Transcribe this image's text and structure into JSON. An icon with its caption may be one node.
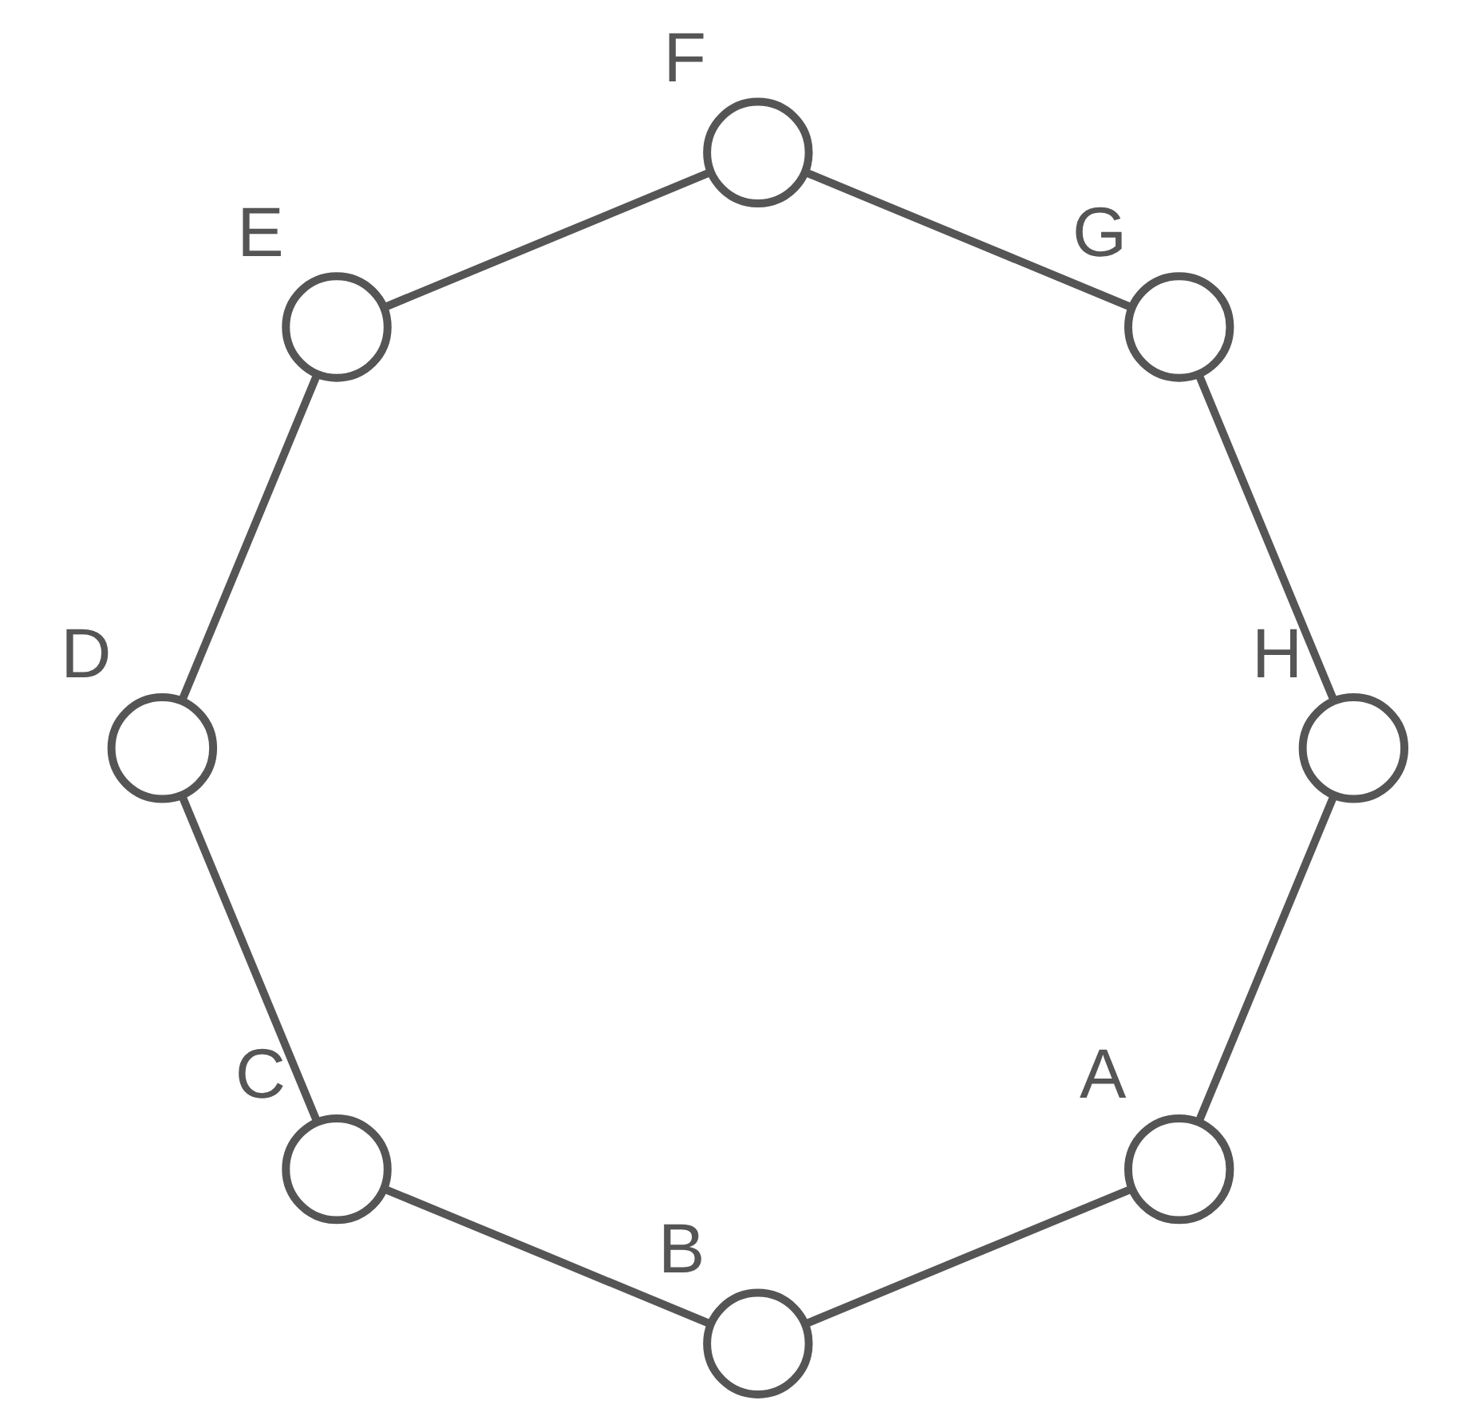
{
  "diagram": {
    "nodes": [
      {
        "text": [],
        "shape": "circle",
        "beside": [
          "A"
        ]
      },
      {
        "text": [],
        "shape": "circle",
        "beside": [
          "B"
        ]
      },
      {
        "text": [],
        "shape": "circle",
        "beside": [
          "H"
        ]
      },
      {
        "text": [],
        "shape": "circle",
        "beside": [
          "C"
        ]
      },
      {
        "text": [],
        "shape": "circle",
        "beside": [
          "G"
        ]
      },
      {
        "text": [],
        "shape": "circle",
        "beside": [
          "D"
        ]
      },
      {
        "text": [],
        "shape": "circle",
        "beside": [
          "F"
        ]
      },
      {
        "text": [],
        "shape": "circle",
        "beside": [
          "E"
        ]
      }
    ],
    "edges": [
      {
        "from": 0,
        "to": 1,
        "arrow": "none"
      },
      {
        "from": 1,
        "to": 3,
        "arrow": "none"
      },
      {
        "from": 3,
        "to": 5,
        "arrow": "none"
      },
      {
        "from": 5,
        "to": 7,
        "arrow": "none"
      },
      {
        "from": 7,
        "to": 6,
        "arrow": "none"
      },
      {
        "from": 6,
        "to": 4,
        "arrow": "none"
      },
      {
        "from": 4,
        "to": 2,
        "arrow": "none"
      },
      {
        "from": 2,
        "to": 0,
        "arrow": "none"
      }
    ]
  }
}
